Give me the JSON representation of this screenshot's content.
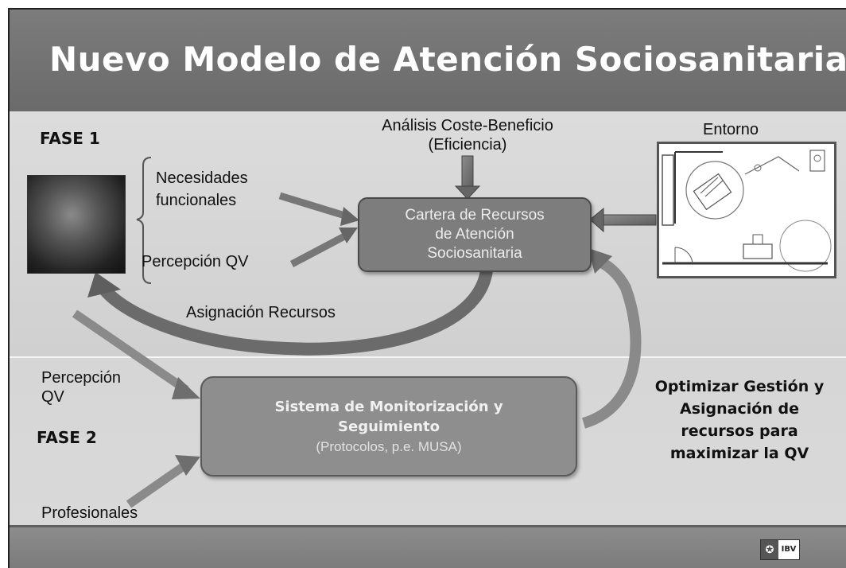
{
  "title": "Nuevo Modelo de Atención Sociosanitaria",
  "fase1": "FASE 1",
  "fase2": "FASE 2",
  "analysis": {
    "line1": "Análisis Coste-Beneficio",
    "line2": "(Eficiencia)"
  },
  "entorno": "Entorno",
  "necesidades": {
    "line1": "Necesidades",
    "line2": "funcionales"
  },
  "percepcion_qv": "Percepción QV",
  "cartera": {
    "line1": "Cartera de Recursos",
    "line2": "de Atención",
    "line3": "Sociosanitaria"
  },
  "asignacion": "Asignación Recursos",
  "percepcion_qv2": {
    "line1": "Percepción",
    "line2": "QV"
  },
  "sistema": {
    "line1": "Sistema de Monitorización y",
    "line2": "Seguimiento",
    "line3": "(Protocolos, p.e. MUSA)"
  },
  "profesionales": "Profesionales",
  "optimizar": {
    "line1": "Optimizar Gestión y",
    "line2": "Asignación de",
    "line3": "recursos para",
    "line4": "maximizar la QV"
  },
  "logo_text": "IBV",
  "colors": {
    "header": "#6f6f6f",
    "arrow": "#7a7a7a",
    "box_dark": "#7d7d7d",
    "box_light": "#8e8e8e"
  },
  "icons": [
    "person-photo",
    "floor-plan",
    "ibv-logo-icon"
  ]
}
